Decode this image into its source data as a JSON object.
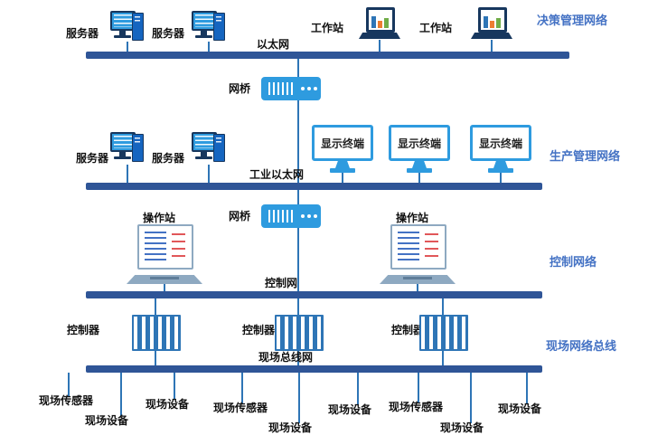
{
  "sections": [
    {
      "id": "decision",
      "label": "决策管理网络"
    },
    {
      "id": "production",
      "label": "生产管理网络"
    },
    {
      "id": "control",
      "label": "控制网络"
    },
    {
      "id": "field",
      "label": "现场网络总线"
    }
  ],
  "buses": [
    {
      "id": "ethernet",
      "label": "以太网"
    },
    {
      "id": "industrial_ethernet",
      "label": "工业以太网"
    },
    {
      "id": "control_net",
      "label": "控制网"
    },
    {
      "id": "field_bus_net",
      "label": "现场总线网"
    }
  ],
  "labels": {
    "server": "服务器",
    "workstation": "工作站",
    "bridge": "网桥",
    "display_terminal": "显示终端",
    "operator_station": "操作站",
    "controller": "控制器"
  },
  "field_nodes": [
    {
      "label": "现场传感器"
    },
    {
      "label": "现场设备"
    },
    {
      "label": "现场设备"
    },
    {
      "label": "现场传感器"
    },
    {
      "label": "现场设备"
    },
    {
      "label": "现场设备"
    },
    {
      "label": "现场传感器"
    },
    {
      "label": "现场设备"
    },
    {
      "label": "现场设备"
    }
  ],
  "colors": {
    "bus": "#2F5597",
    "connector": "#2E75B6",
    "icon_blue": "#2E9BDF",
    "icon_dark": "#17375E",
    "section_label": "#4472C4"
  }
}
